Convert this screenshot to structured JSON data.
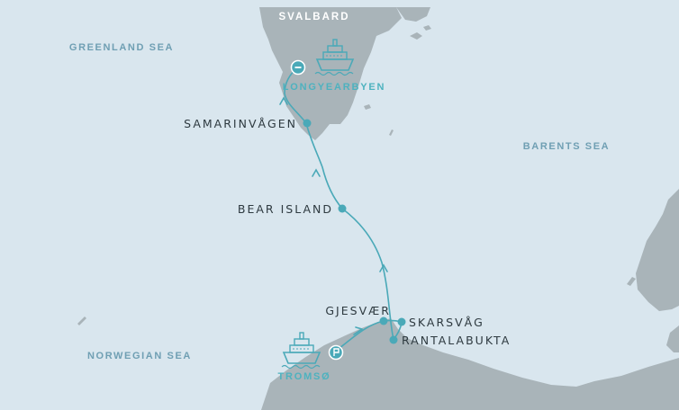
{
  "map": {
    "colors": {
      "sea": "#d9e6ee",
      "land": "#a9b4b9",
      "route": "#4aa9b8",
      "marker": "#4aa9b8",
      "port_text": "#4db2bf",
      "sea_text": "#6f9fb3",
      "stop_text": "#2e3a40"
    },
    "region_label": "SVALBARD",
    "seas": {
      "greenland": "GREENLAND SEA",
      "barents": "BARENTS SEA",
      "norwegian": "NORWEGIAN SEA"
    },
    "ports": {
      "start": "TROMSØ",
      "end": "LONGYEARBYEN"
    },
    "stops": [
      "SAMARINVÅGEN",
      "BEAR ISLAND",
      "GJESVÆR",
      "SKARSVÅG",
      "RANTALABUKTA"
    ],
    "icons": {
      "start_badge": "start-flag-icon",
      "end_badge": "end-circle-icon",
      "ship": "ship-icon",
      "direction": "arrowhead-icon"
    }
  }
}
